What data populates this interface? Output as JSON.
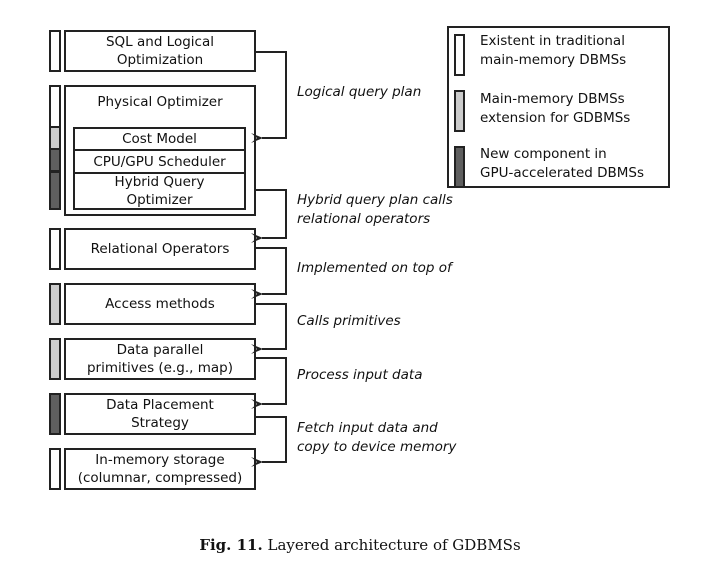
{
  "colors": {
    "existent": "#ffffff",
    "extension": "#cccccc",
    "new": "#5f5f5f",
    "line": "#222222"
  },
  "layers": [
    {
      "label": "SQL and Logical\nOptimization",
      "category": "existent"
    },
    {
      "label": "Physical Optimizer",
      "category": "existent",
      "sub": [
        {
          "label": "Cost Model",
          "category": "extension"
        },
        {
          "label": "CPU/GPU Scheduler",
          "category": "new"
        },
        {
          "label": "Hybrid Query\nOptimizer",
          "category": "new"
        }
      ]
    },
    {
      "label": "Relational Operators",
      "category": "existent"
    },
    {
      "label": "Access methods",
      "category": "extension"
    },
    {
      "label": "Data parallel\nprimitives (e.g., map)",
      "category": "extension"
    },
    {
      "label": "Data Placement\nStrategy",
      "category": "new"
    },
    {
      "label": "In-memory storage\n(columnar, compressed)",
      "category": "existent"
    }
  ],
  "annotations": [
    "Logical query plan",
    "Hybrid query plan calls\nrelational operators",
    "Implemented on top of",
    "Calls primitives",
    "Process input data",
    "Fetch input data and\ncopy to device memory"
  ],
  "legend": [
    {
      "label": "Existent in traditional\nmain-memory DBMSs",
      "category": "existent"
    },
    {
      "label": "Main-memory DBMSs\nextension for GDBMSs",
      "category": "extension"
    },
    {
      "label": "New component in\nGPU-accelerated DBMSs",
      "category": "new"
    }
  ],
  "caption": {
    "prefix": "Fig. 11.",
    "text": " Layered architecture of GDBMSs"
  }
}
